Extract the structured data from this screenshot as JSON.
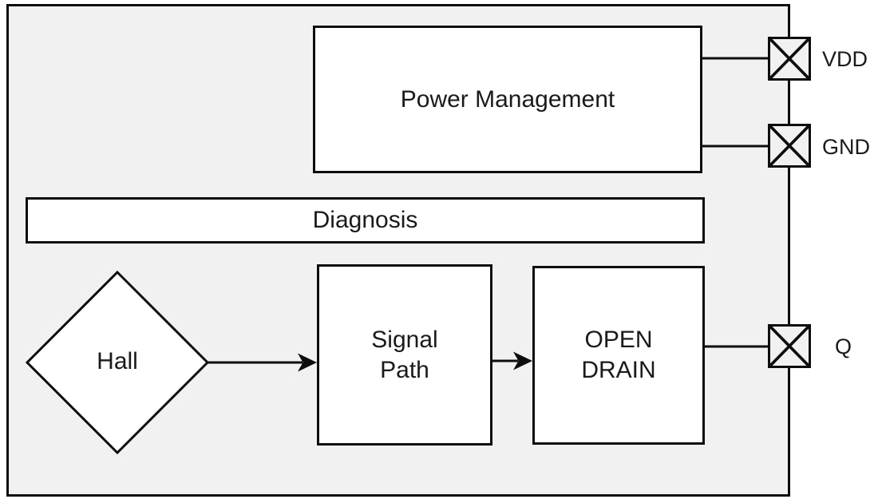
{
  "colors": {
    "canvas-bg": "#ffffff",
    "chip-bg": "#f1f1f1",
    "block-bg": "#ffffff",
    "line": "#0d0d0d",
    "text": "#1a1a1a"
  },
  "chip": {
    "blocks": {
      "power_management": {
        "label": "Power Management"
      },
      "diagnosis": {
        "label": "Diagnosis"
      },
      "hall": {
        "label": "Hall"
      },
      "signal_path": {
        "label": "Signal\nPath"
      },
      "open_drain": {
        "label": "OPEN\nDRAIN"
      }
    },
    "pins": [
      {
        "id": "vdd",
        "label": "VDD"
      },
      {
        "id": "gnd",
        "label": "GND"
      },
      {
        "id": "q",
        "label": "Q"
      }
    ]
  }
}
